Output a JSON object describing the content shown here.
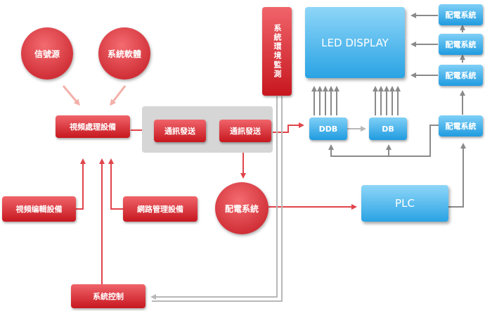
{
  "nodes": {
    "signal_source": "信號源",
    "system_software": "系統軟體",
    "video_processing": "視頻處理設備",
    "comm_send_1": "通訊發送",
    "comm_send_2": "通訊發送",
    "power_system_center": "配電系統",
    "video_editing": "視頻编輯設備",
    "network_management": "網路管理設備",
    "system_control": "系統控制",
    "env_monitoring": "系統環境監測",
    "led_display": "LED DISPLAY",
    "ddb": "DDB",
    "db": "DB",
    "plc": "PLC",
    "power_1": "配電系統",
    "power_2": "配電系統",
    "power_3": "配電系統",
    "power_4": "配電系統"
  },
  "colors": {
    "red_node": "#d9262e",
    "blue_node": "#2aa3e4",
    "red_line": "#e0454b",
    "pink_line": "#f2b0a8",
    "gray_line": "#8a8a8a",
    "light_gray_line": "#b8b8b8",
    "panel": "#d6d6d6"
  }
}
